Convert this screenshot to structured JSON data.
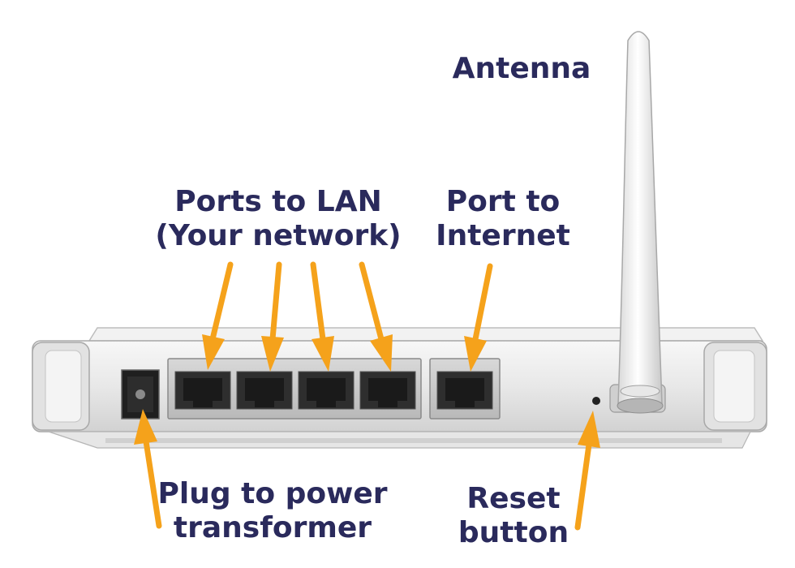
{
  "labels": {
    "antenna": "Antenna",
    "lan_line1": "Ports to LAN",
    "lan_line2": "(Your network)",
    "internet_line1": "Port to",
    "internet_line2": "Internet",
    "power_line1": "Plug to power",
    "power_line2": "transformer",
    "reset_line1": "Reset",
    "reset_line2": "button"
  },
  "colors": {
    "label_text": "#2a2a5c",
    "arrow": "#f5a21b",
    "router_body": "#eeeeee",
    "port_panel": "#c8c8c8",
    "port_jack": "#2e2e2e"
  },
  "icons": [
    "router-icon",
    "antenna-icon",
    "ethernet-port-icon",
    "power-jack-icon",
    "reset-button-icon",
    "arrow-icon"
  ]
}
